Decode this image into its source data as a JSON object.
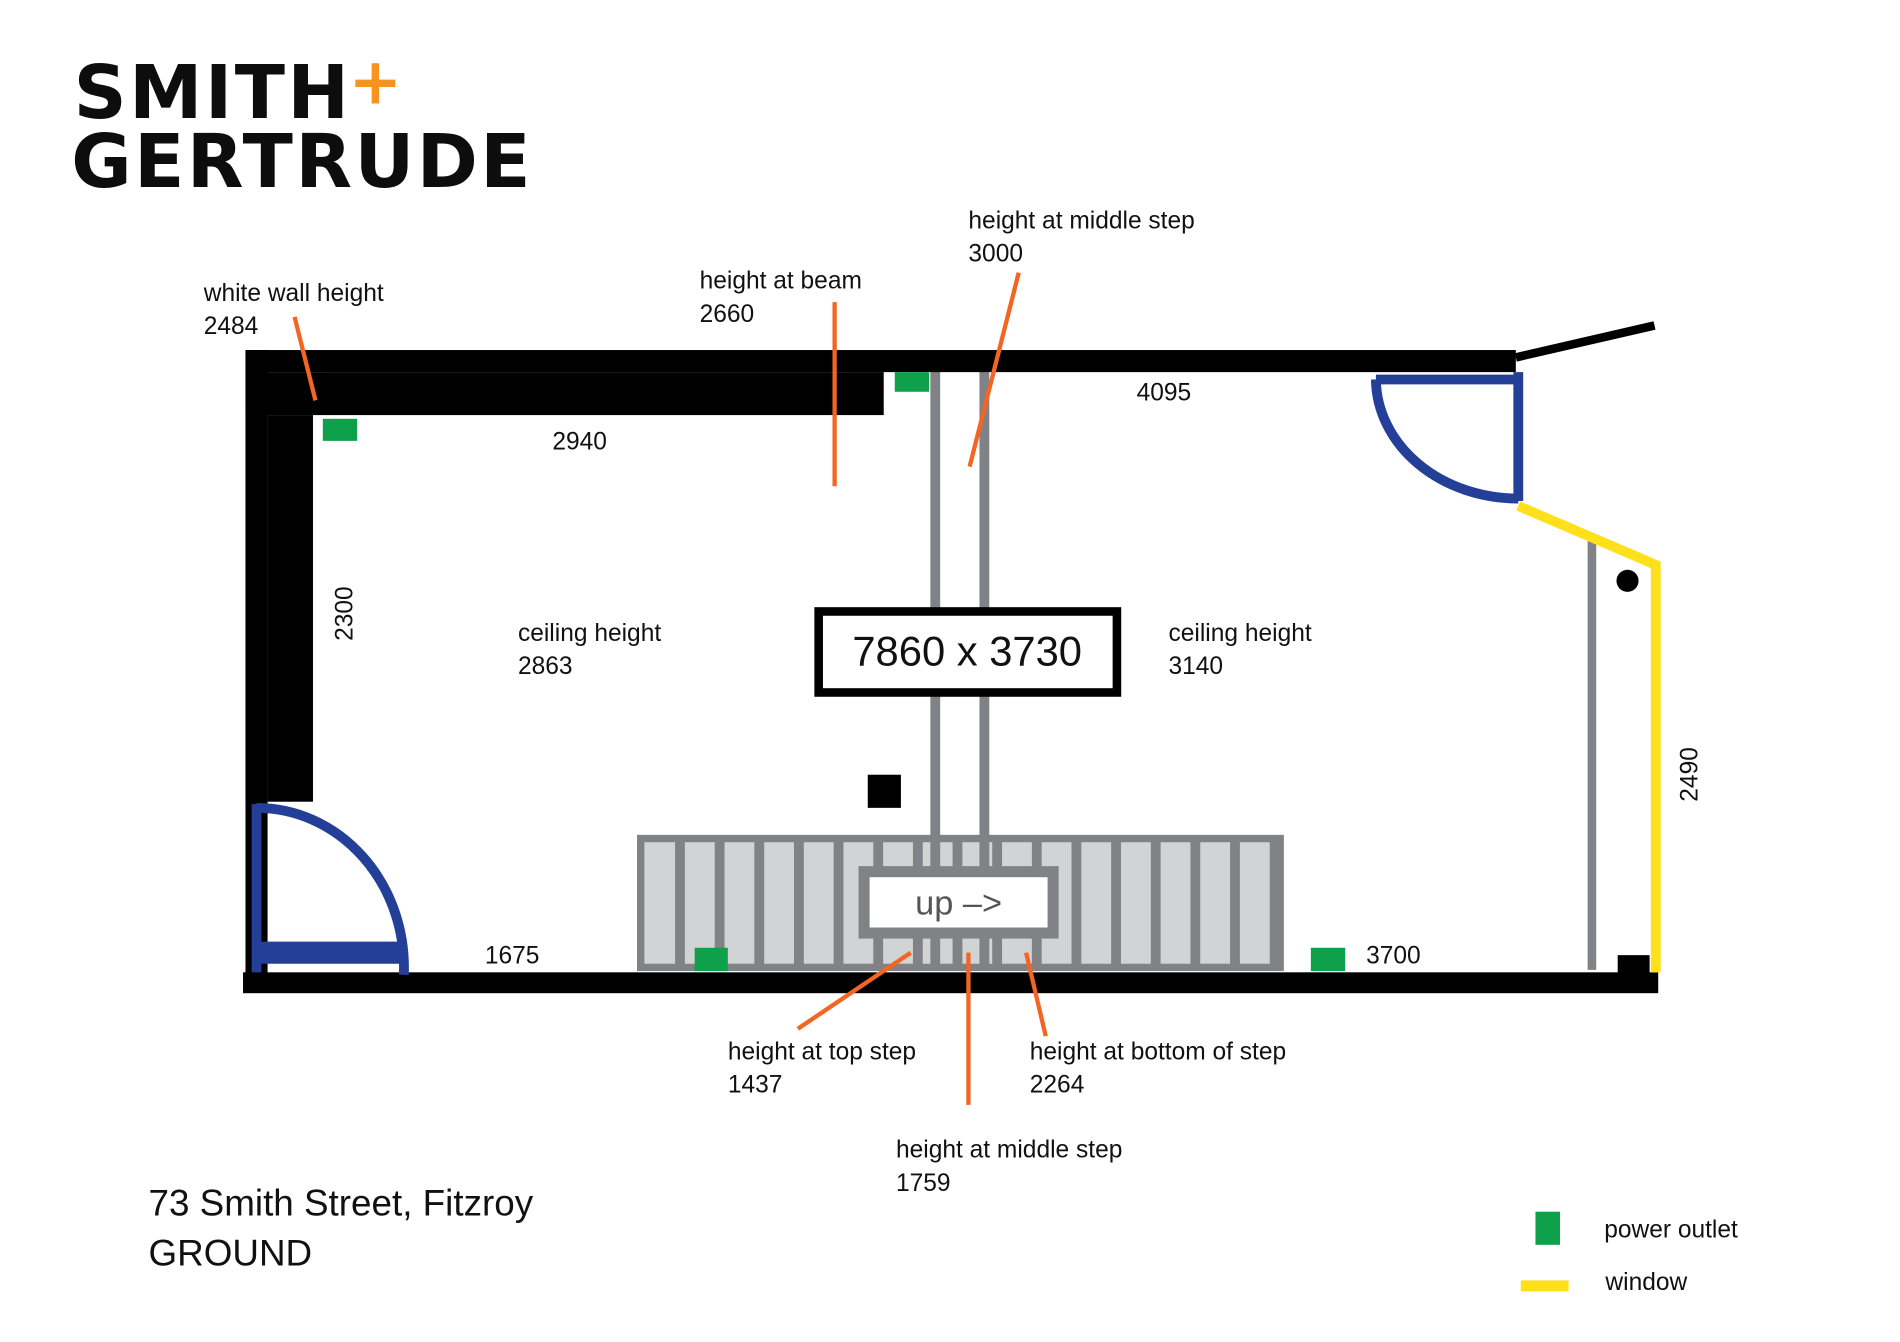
{
  "logo": {
    "line1": "SMITH",
    "plus": "+",
    "line2": "GERTRUDE"
  },
  "colors": {
    "wall": "#000000",
    "door": "#233f97",
    "window": "#ffe01a",
    "outlet": "#0ea04b",
    "leader": "#f26522",
    "stairs": "#808285",
    "stair_fill": "#d1d3d4",
    "logo_plus": "#f7941d"
  },
  "annotations": {
    "white_wall": {
      "label": "white wall height",
      "value": "2484"
    },
    "beam": {
      "label": "height at beam",
      "value": "2660"
    },
    "middle_step_top": {
      "label": "height at middle step",
      "value": "3000"
    },
    "ceiling_left": {
      "label": "ceiling height",
      "value": "2863"
    },
    "ceiling_right": {
      "label": "ceiling height",
      "value": "3140"
    },
    "top_step": {
      "label": "height at top step",
      "value": "1437"
    },
    "bottom_step": {
      "label": "height at bottom of step",
      "value": "2264"
    },
    "middle_step_bottom": {
      "label": "height at middle step",
      "value": "1759"
    }
  },
  "dimensions": {
    "top_left": "2940",
    "top_right": "4095",
    "left": "2300",
    "bottom_left": "1675",
    "bottom_right": "3700",
    "right": "2490",
    "overall": "7860 x 3730"
  },
  "stairs_label": "up –>",
  "address": {
    "line1": "73 Smith Street, Fitzroy",
    "line2": "GROUND"
  },
  "legend": [
    {
      "icon": "power-outlet-swatch",
      "label": "power outlet"
    },
    {
      "icon": "window-swatch",
      "label": "window"
    }
  ]
}
